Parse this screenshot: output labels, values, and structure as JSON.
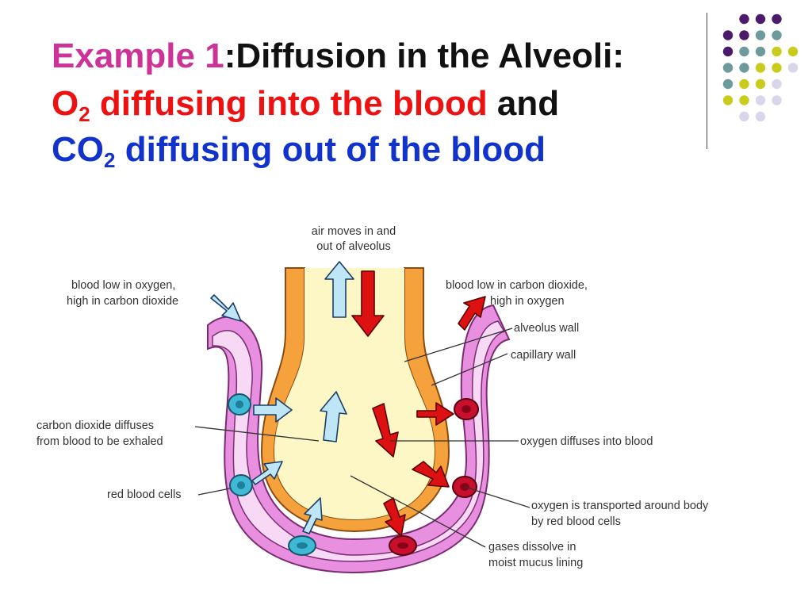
{
  "title": {
    "example": "Example 1",
    "heading": ":Diffusion in the Alveoli:",
    "o2_prefix": "O",
    "o2_sub": "2",
    "o2_text": " diffusing into the blood",
    "and": " and",
    "co2_prefix": "CO",
    "co2_sub": "2",
    "co2_text": " diffusing out of the blood"
  },
  "diagram": {
    "labels": {
      "air_1": "air moves in and",
      "air_2": "out of alveolus",
      "blood_low_o2_1": "blood low in oxygen,",
      "blood_low_o2_2": "high in carbon dioxide",
      "blood_low_co2_1": "blood low in carbon dioxide,",
      "blood_low_co2_2": "high in oxygen",
      "alveolus_wall": "alveolus wall",
      "capillary_wall": "capillary wall",
      "co2_diffuses_1": "carbon dioxide diffuses",
      "co2_diffuses_2": "from blood to be exhaled",
      "o2_diffuses": "oxygen diffuses into blood",
      "red_cells": "red blood cells",
      "o2_transport_1": "oxygen is transported around body",
      "o2_transport_2": "by red blood cells",
      "gases_1": "gases dissolve in",
      "gases_2": "moist mucus lining"
    }
  },
  "colors": {
    "title_example": "#cc3399",
    "title_o2": "#ee1111",
    "title_co2": "#1133cc",
    "capillary": "#e98fe0",
    "capillary_light": "#f7d9f5",
    "alveolus_wall": "#f5a23c",
    "alveolus_fill": "#fdf7c6",
    "o2_arrow": "#dd1111",
    "co2_arrow": "#bfe6f7",
    "deco_purple": "#4b1a6b",
    "deco_teal": "#6d9b9b",
    "deco_olive": "#c9cc1c",
    "deco_lavender": "#d8d6ea"
  }
}
